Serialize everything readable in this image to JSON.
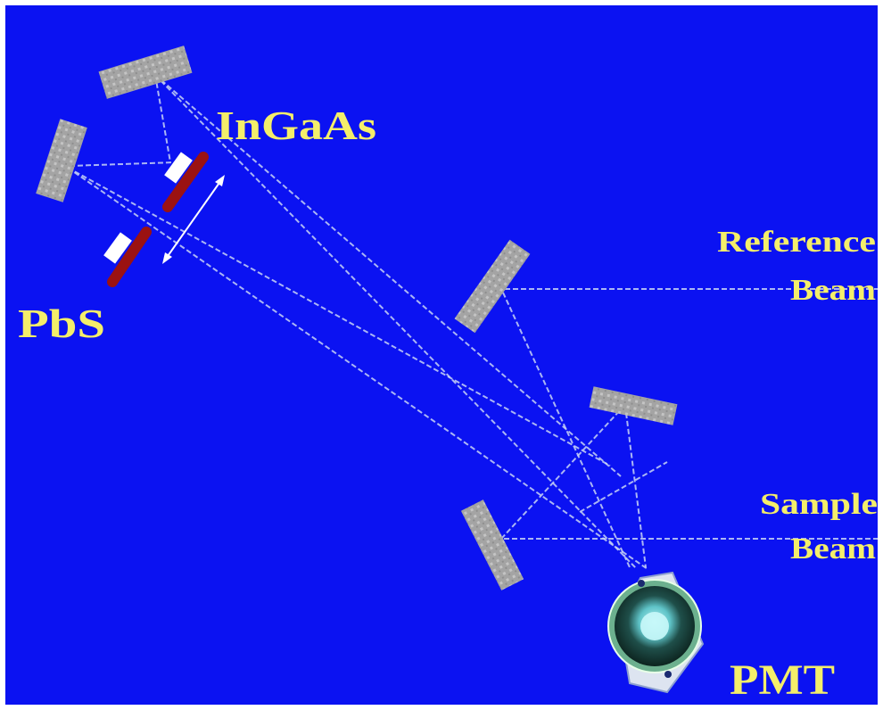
{
  "diagram": {
    "background_color": "#0b12f2",
    "label_color": "#f4ee6a",
    "mirror_color": "#a9a9a9",
    "detector_bar_color": "#9b1212",
    "beam_color": "#c8d4f4",
    "labels": {
      "ingaas": "InGaAs",
      "pbs": "PbS",
      "reference_line1": "Reference",
      "reference_line2": "Beam",
      "sample_line1": "Sample",
      "sample_line2": "Beam",
      "pmt": "PMT"
    }
  }
}
